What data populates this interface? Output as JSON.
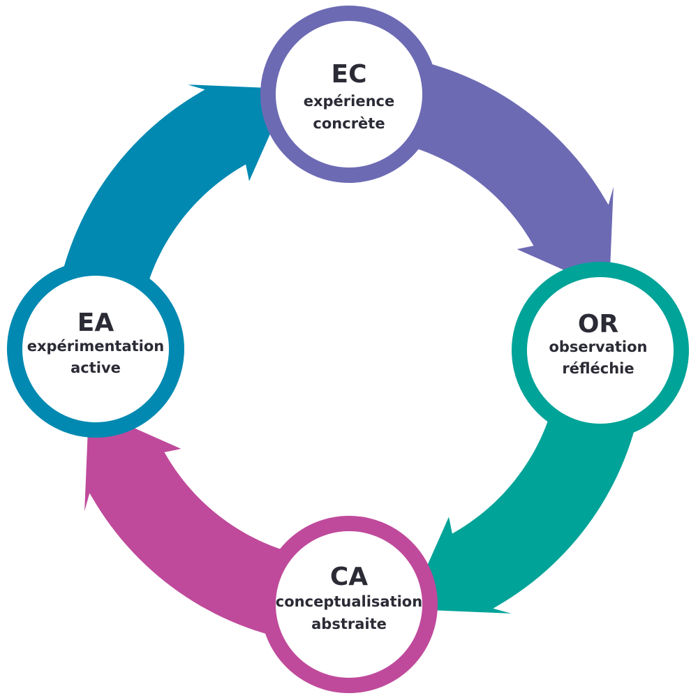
{
  "diagram": {
    "type": "cycle",
    "stages": [
      {
        "id": "EC",
        "abbr": "EC",
        "line1": "expérience",
        "line2": "concrète",
        "color": "#6d6ab4"
      },
      {
        "id": "OR",
        "abbr": "OR",
        "line1": "observation",
        "line2": "réfléchie",
        "color": "#00a398"
      },
      {
        "id": "CA",
        "abbr": "CA",
        "line1": "conceptualisation",
        "line2": "abstraite",
        "color": "#bf4a9b"
      },
      {
        "id": "EA",
        "abbr": "EA",
        "line1": "expérimentation",
        "line2": "active",
        "color": "#0189b1"
      }
    ],
    "flow": "clockwise"
  }
}
